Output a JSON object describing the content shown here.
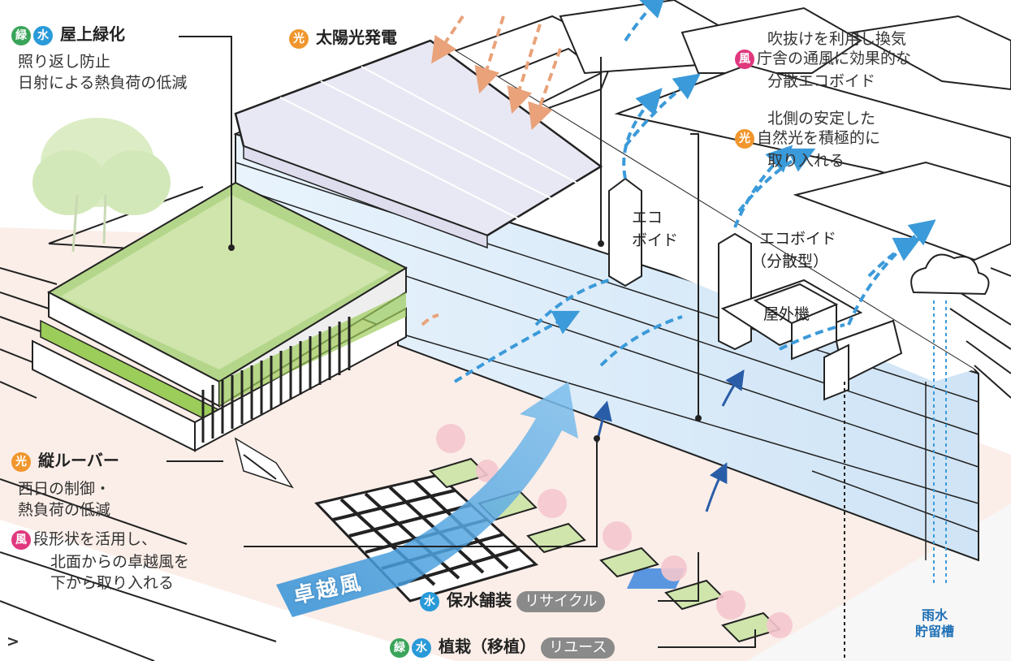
{
  "colors": {
    "green": "#3aa55a",
    "blue": "#2a9ad8",
    "orange": "#f0962d",
    "pink": "#e0387e",
    "wind_arrow": "#3b9ad9",
    "rooftop_green": "#9ccc5a"
  },
  "badges": {
    "green": "緑",
    "water": "水",
    "light": "光",
    "wind": "風"
  },
  "labels": {
    "rooftop_green": {
      "title": "屋上緑化",
      "line1": "照り返し防止",
      "line2": "日射による熱負荷の低減"
    },
    "solar": {
      "title": "太陽光発電"
    },
    "eco_void_ventilation": {
      "line1": "吹抜けを利用し換気",
      "line2": "庁舎の通風に効果的な",
      "line3": "分散エコボイド"
    },
    "north_light": {
      "line1": "北側の安定した",
      "line2": "自然光を積極的に",
      "line3": "取り入れる"
    },
    "vertical_louver": {
      "title": "縦ルーバー",
      "line1": "西日の制御・",
      "line2": "熱負荷の低減"
    },
    "terrace": {
      "line1": "段形状を活用し、",
      "line2": "北面からの卓越風を",
      "line3": "下から取り入れる"
    },
    "water_storage": {
      "title": "保水舗装",
      "tag": "リサイクル"
    },
    "planting": {
      "title": "植栽（移植）",
      "tag": "リユース"
    }
  },
  "inplace": {
    "eco_void_1": "エコ",
    "eco_void_2": "ボイド",
    "eco_void_dist_1": "エコボイド",
    "eco_void_dist_2": "（分散型）",
    "outdoor_unit": "屋外機",
    "prevailing_wind": "卓越風",
    "rain_1": "雨水",
    "rain_2": "貯留槽"
  },
  "page_marker": ">"
}
